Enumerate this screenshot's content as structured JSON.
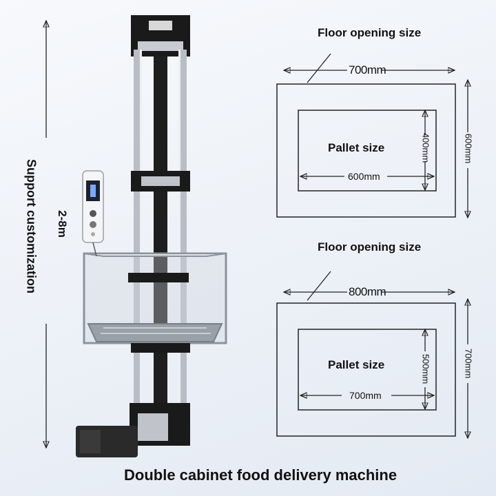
{
  "title": "Double cabinet food delivery machine",
  "height_range": "2-8m",
  "customization": "Support customization",
  "diagrams": [
    {
      "floor_label": "Floor opening size",
      "floor_width": "700mm",
      "floor_depth": "600mm",
      "pallet_label": "Pallet size",
      "pallet_width": "600mm",
      "pallet_depth": "400mm"
    },
    {
      "floor_label": "Floor opening size",
      "floor_width": "800mm",
      "floor_depth": "700mm",
      "pallet_label": "Pallet size",
      "pallet_width": "700mm",
      "pallet_depth": "500mm"
    }
  ],
  "colors": {
    "frame": "#1a1a1a",
    "rail": "#b9bec6",
    "line": "#222222"
  }
}
